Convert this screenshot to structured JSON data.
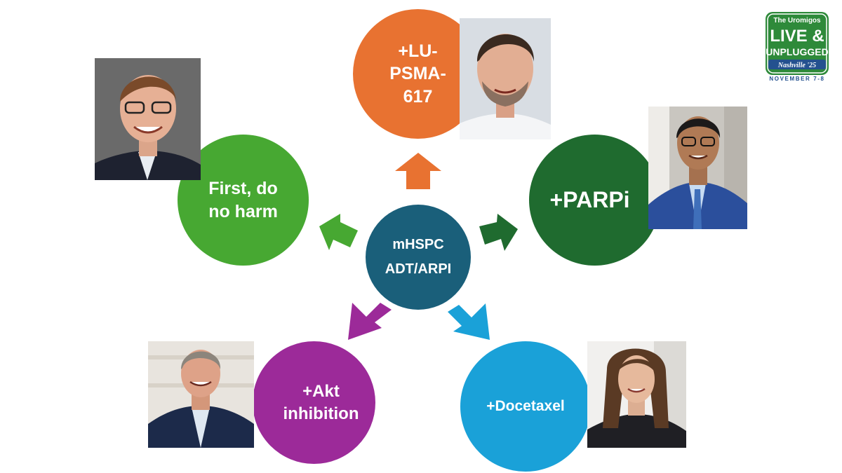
{
  "center": {
    "line1": "mHSPC",
    "line2": "ADT/ARPI"
  },
  "nodes": {
    "lu_psma": {
      "label": "+LU-\nPSMA-\n617"
    },
    "first_no_harm": {
      "label": "First, do\nno harm"
    },
    "parpi": {
      "label": "+PARPi"
    },
    "akt": {
      "label": "+Akt\ninhibition"
    },
    "docetaxel": {
      "label": "+Docetaxel"
    }
  },
  "logo": {
    "top_text": "The Uromigos",
    "line1": "LIVE &",
    "line2": "UNPLUGGED",
    "city": "Nashville '25",
    "date": "NOVEMBER 7-8"
  },
  "colors": {
    "center": "#1a5f7a",
    "orange": "#e87231",
    "light_green": "#47a832",
    "dark_green": "#1f6b2f",
    "purple": "#9c2a99",
    "blue": "#1aa1d8",
    "logo_green": "#2e8a3a",
    "logo_blue": "#24518f"
  }
}
